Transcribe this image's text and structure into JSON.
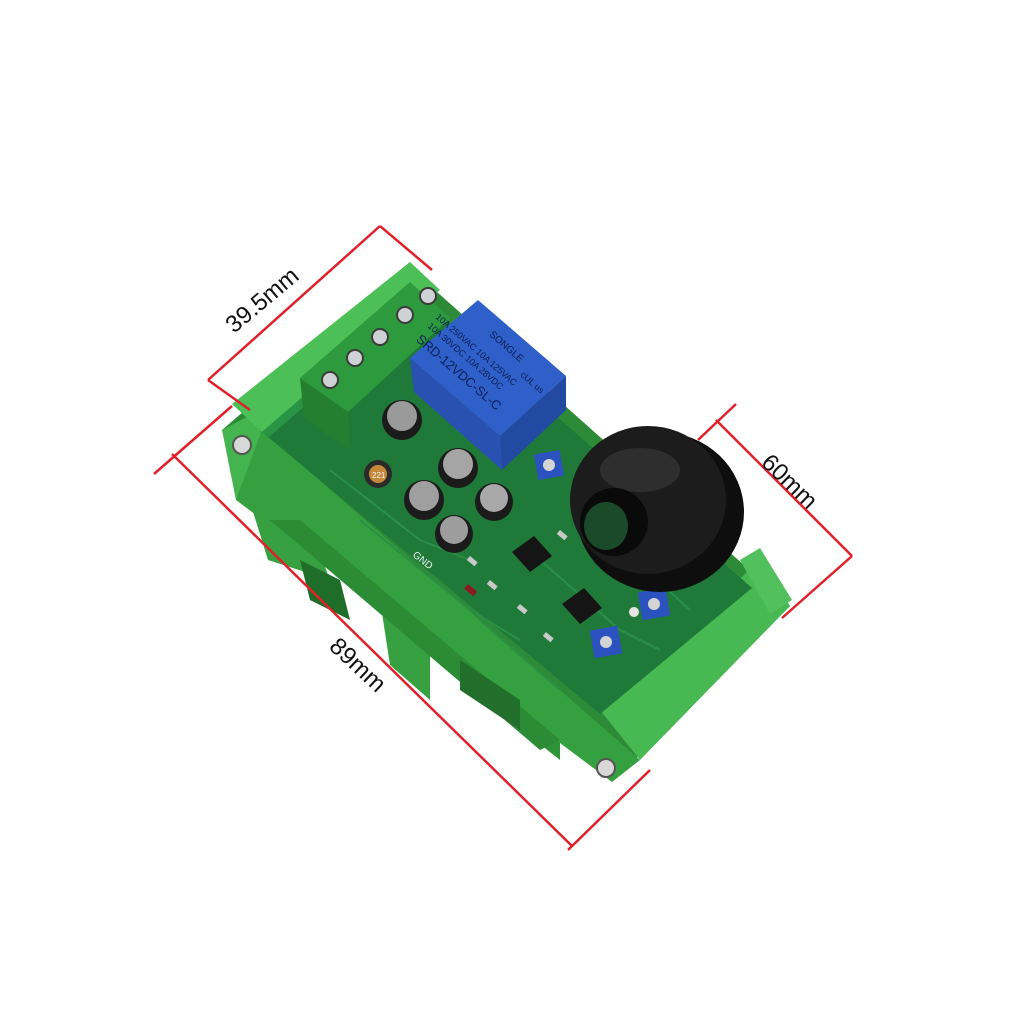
{
  "colors": {
    "dimension_line": "#e0202a",
    "enclosure_green": "#3aa945",
    "pcb_green": "#1f7a3a",
    "relay_blue": "#2f5fc8",
    "coil_black": "#141414",
    "background": "#ffffff"
  },
  "dimensions": {
    "width": "39.5mm",
    "length": "89mm",
    "height": "60mm"
  },
  "relay": {
    "brand": "SONGLE",
    "line1": "10A 250VAC 10A 125VAC",
    "line2": "10A 30VDC 10A 28VDC",
    "model": "SRD-12VDC-SL-C",
    "cert": "cUL us"
  },
  "board": {
    "inductor_label": "221",
    "gnd_label": "GND"
  }
}
